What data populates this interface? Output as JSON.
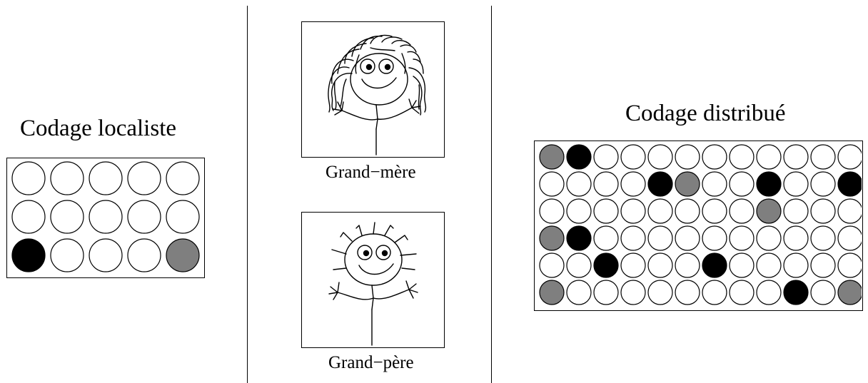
{
  "localist": {
    "title": "Codage localiste",
    "cols": 5,
    "grid": [
      [
        "white",
        "white",
        "white",
        "white",
        "white"
      ],
      [
        "white",
        "white",
        "white",
        "white",
        "white"
      ],
      [
        "black",
        "white",
        "white",
        "white",
        "gray"
      ]
    ]
  },
  "portraits": {
    "grandmother_caption": "Grand−mère",
    "grandfather_caption": "Grand−père"
  },
  "distributed": {
    "title": "Codage distribué",
    "cols": 12,
    "grid": [
      [
        "gray",
        "black",
        "white",
        "white",
        "white",
        "white",
        "white",
        "white",
        "white",
        "white",
        "white",
        "white"
      ],
      [
        "white",
        "white",
        "white",
        "white",
        "black",
        "gray",
        "white",
        "white",
        "black",
        "white",
        "white",
        "black"
      ],
      [
        "white",
        "white",
        "white",
        "white",
        "white",
        "white",
        "white",
        "white",
        "gray",
        "white",
        "white",
        "white"
      ],
      [
        "gray",
        "black",
        "white",
        "white",
        "white",
        "white",
        "white",
        "white",
        "white",
        "white",
        "white",
        "white"
      ],
      [
        "white",
        "white",
        "black",
        "white",
        "white",
        "white",
        "black",
        "white",
        "white",
        "white",
        "white",
        "white"
      ],
      [
        "gray",
        "white",
        "white",
        "white",
        "white",
        "white",
        "white",
        "white",
        "white",
        "black",
        "white",
        "gray"
      ]
    ]
  },
  "colors": {
    "white": "#ffffff",
    "black": "#000000",
    "gray": "#7f7f7f"
  }
}
